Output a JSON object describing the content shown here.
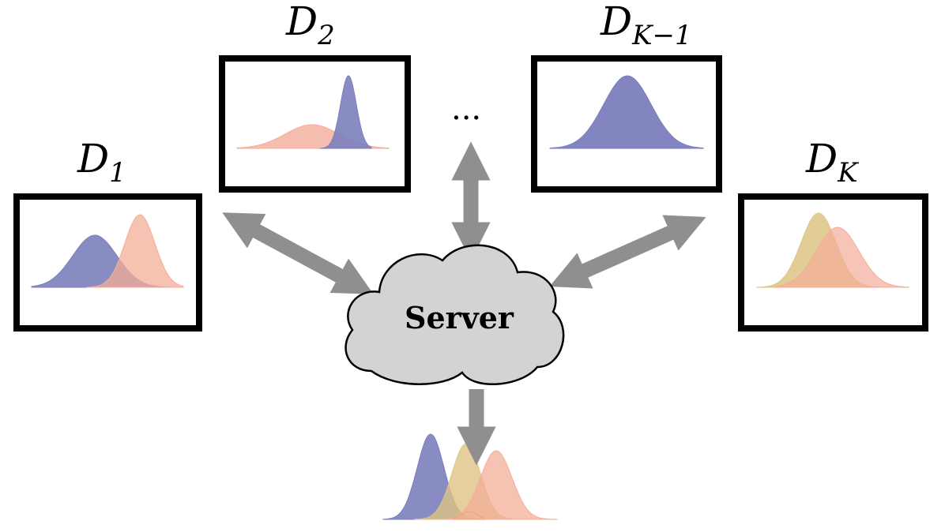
{
  "clients": [
    {
      "id": "d1",
      "symbol": "D",
      "subscript": "1",
      "label": "D_1"
    },
    {
      "id": "d2",
      "symbol": "D",
      "subscript": "2",
      "label": "D_2"
    },
    {
      "id": "dk1",
      "symbol": "D",
      "subscript": "K−1",
      "label": "D_{K−1}"
    },
    {
      "id": "dk",
      "symbol": "D",
      "subscript": "K",
      "label": "D_K"
    }
  ],
  "ellipsis": "...",
  "server": {
    "label": "Server"
  },
  "colors": {
    "blue": "#7c7ebd",
    "salmon": "#f3ad98",
    "gold": "#dec484",
    "orange": "#f0a366",
    "arrow": "#8f8f8f",
    "cloud_fill": "#d3d3d3",
    "cloud_stroke": "#000000",
    "box_stroke": "#000000"
  },
  "icons": {
    "arrow": "double-headed-arrow",
    "cloud": "cloud-icon",
    "distribution": "gaussian-curve"
  }
}
